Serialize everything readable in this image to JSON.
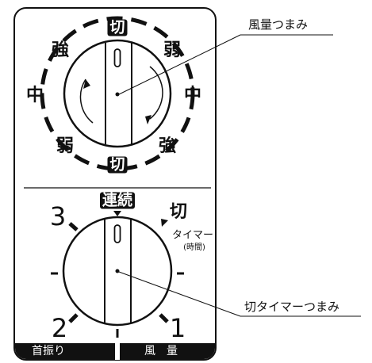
{
  "fan_speed_dial": {
    "off_top": "切",
    "off_bottom": "切",
    "left_upper": "強",
    "left_middle": "中",
    "left_lower": "弱",
    "right_upper": "弱",
    "right_middle": "中",
    "right_lower": "強"
  },
  "timer_dial": {
    "continuous": "連続",
    "off": "切",
    "timer": "タイマー",
    "hours": "(時間)",
    "mark_3": "3",
    "mark_2": "2",
    "mark_1": "1"
  },
  "bottom_bar": {
    "swing": "首振り",
    "fan_volume": "風　量"
  },
  "callouts": {
    "fan_knob": "風量つまみ",
    "timer_knob": "切タイマーつまみ"
  },
  "colors": {
    "ink": "#111111",
    "background": "#ffffff"
  }
}
